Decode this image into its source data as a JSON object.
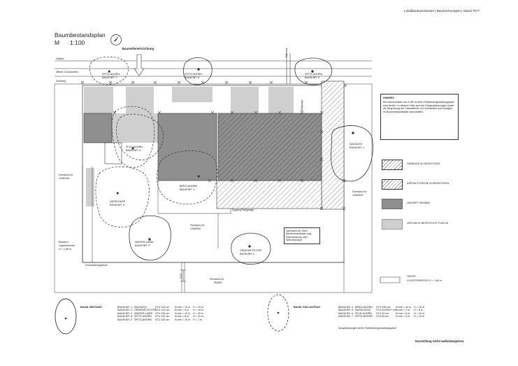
{
  "header": {
    "right_text": "Lokalbaukommission | Bauzeichnungen | Stand 7077",
    "title": "Baumbestandsplan",
    "scale_m": "M",
    "scale_value": "1:100"
  },
  "labels": {
    "baustellen": "Baustelleneinrichtung",
    "strasse": "Gartstr.",
    "gruenstreifen": "öffentl. Grünstreifen",
    "gehweg": "Gehweg",
    "fahrrad": "Fahrrad",
    "flurstueck_left": "Flurstück-Nr.",
    "flurstueck_left_no": "1398/346",
    "flurstueck_center": "Flurstück-Nr.",
    "flurstueck_center_no": "1398/550",
    "flurstueck_right": "Flurstück-Nr.",
    "flurstueck_right_no": "1398/540",
    "flurstueck_bottom": "Flurstück-Nr.",
    "flurstueck_bottom_no": "564/66",
    "bestand": "Bestand",
    "ligusterhecke": "Ligusterhecke",
    "hoehe": "H = 1,80 m",
    "grundstuecksgrenze": "Grundstücksgrenze",
    "zufahrt": "Zugang/Tiefgarage",
    "dim_vertical": "5,00",
    "garage_label": "Tiefgarage"
  },
  "trees": [
    {
      "name": "SPITZ-AHORN",
      "number": "BAUM NR. 7"
    },
    {
      "name": "SPITZ-AHORN",
      "number": "BAUM NR. 8"
    },
    {
      "name": "SPITZ-AHORN",
      "number": "BAUM NR. 9"
    },
    {
      "name": "FELD-AHORN",
      "number": "BAUM NR. 6"
    },
    {
      "name": "BERG-AHORN",
      "number": "BAUM NR. 4"
    },
    {
      "name": "HASELNUSS",
      "number": "BAUM NR. 5"
    },
    {
      "name": "WINTER-LINDE",
      "number": "BAUM NR. 3"
    },
    {
      "name": "GEMEINE FICHTE",
      "number": "BAUM NR. 2"
    },
    {
      "name": "WALNUSS",
      "number": "BAUM NR. 1"
    }
  ],
  "hinweis": {
    "title": "HINWEIS",
    "text": "Bei Bauvorhaben bis 3 WE ist kein Freiflächengestaltungsplan erforderlich. In diesem Falle sind die Ersatzpflanzungen sowie die Begrünung der Flachdächer von Gebäuden und Garagen im Baumbestandsplan darzustellen."
  },
  "note_text": "Nachweis für Ober-flächenentwässer-ung. Dachdeckung oder Wärmepumpe",
  "legend": [
    {
      "label": "GEBÄUDE ZU BESEITIGEN"
    },
    {
      "label": "ASPHALTFLÄCHE ZU BESEITIGEN"
    },
    {
      "label": "UMGRIFF NEUBAU"
    },
    {
      "label": "GEPLANTE BEFESTIGTE FLÄCHE"
    },
    {
      "label": "HECKE",
      "label2": "LIGUSTERHECKE H = 1,80 m"
    }
  ],
  "bottom_legend": {
    "bestand_title": "BAUM, BESTAND",
    "bestand_rows": [
      [
        "BAUM NR. 1",
        "WALNUSS",
        "STU 100 cm",
        "Krone = 10 m",
        "H = 15 m"
      ],
      [
        "BAUM NR. 2",
        "GEMEINE FICHTE",
        "STU 120 cm",
        "Krone = 6 m",
        "H = 18 m"
      ],
      [
        "BAUM NR. 3",
        "WINTER-LINDE",
        "STU 200 cm",
        "Krone = 10 m",
        "H = 15 m"
      ],
      [
        "BAUM NR. 8",
        "SPITZ-AHORN",
        "STU 100 cm",
        "Krone = 8 m",
        "H = 15 m"
      ],
      [
        "BAUM NR. 9",
        "SPITZ-AHORN",
        "STU 150 cm",
        "Krone = 10 m",
        "H = 7 m"
      ]
    ],
    "faellantrag_title": "BAUM, FÄLLANTRAG",
    "faellantrag_rows": [
      [
        "BAUM NR. 4",
        "BERG-AHORN",
        "STU 100 cm",
        "Krone = 10 m",
        "H = 16 m"
      ],
      [
        "BAUM NR. 5",
        "HASELNUSS",
        "STU 40/30/27 cm",
        "Krone = 7 m",
        "H = 8 m"
      ],
      [
        "BAUM NR. 6",
        "FELD-AHORN",
        "STU 60 cm",
        "Krone = 6 m",
        "H = 10 m"
      ],
      [
        "BAUM NR. 7",
        "SPITZ-AHORN",
        "STU 50 cm",
        "Krone = 6 m",
        "H = 10 m"
      ]
    ],
    "footnote": "Neupflanzungen siehe Freiflächengestaltungsplan*"
  },
  "footer_right": "Darstellung nicht maßstabsgetreu"
}
